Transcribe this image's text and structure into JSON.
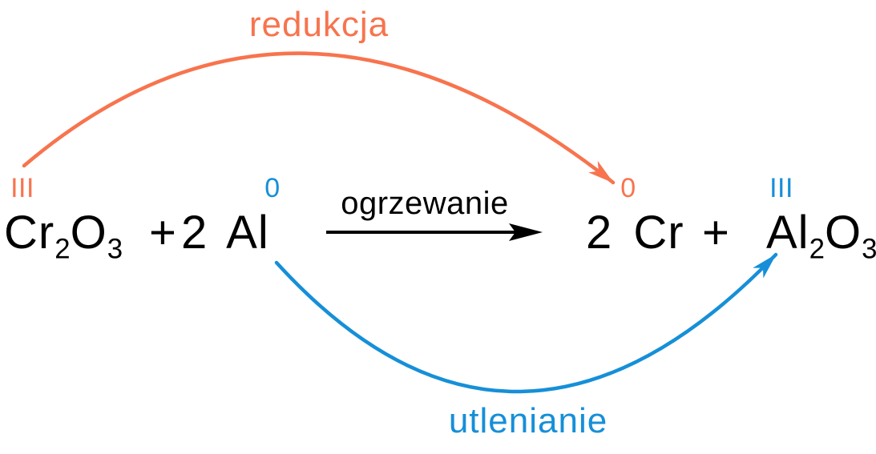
{
  "colors": {
    "reduction": "#F7744E",
    "oxidation": "#168FD8",
    "equation_text": "#000000",
    "background": "#FFFFFF"
  },
  "annotations": {
    "reduction_label": "redukcja",
    "oxidation_label": "utlenianie",
    "condition_label": "ogrzewanie"
  },
  "equation": {
    "reactant_oxide": {
      "el1": "Cr",
      "sub1": "2",
      "el2": "O",
      "sub2": "3",
      "oxidation_state": "III"
    },
    "plus_left": "+",
    "reactant_metal": {
      "text": "2 Al",
      "oxidation_state": "0"
    },
    "product_metal": {
      "text": "2 Cr",
      "oxidation_state": "0"
    },
    "plus_right": "+",
    "product_oxide": {
      "el1": "Al",
      "sub1": "2",
      "el2": "O",
      "sub2": "3",
      "oxidation_state": "III"
    }
  }
}
